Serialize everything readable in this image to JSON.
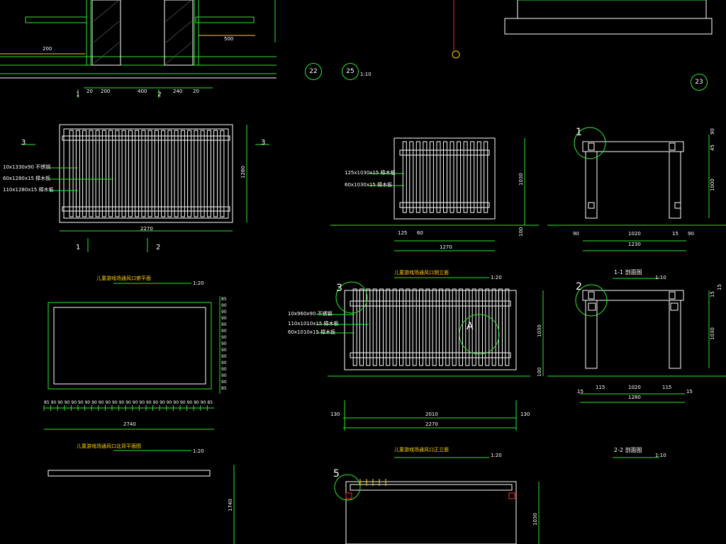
{
  "detail_markers": [
    "22",
    "25",
    "23"
  ],
  "marker_scale": "1:10",
  "section_marks": {
    "left": "3",
    "right": "3",
    "axis1": "1",
    "axis2": "2"
  },
  "plan_callouts": [
    "10x1330x90 不锈钢",
    "60x1280x15 樟木板",
    "110x1280x15 樟木板"
  ],
  "plan_dims": {
    "width": "2270",
    "height": "1280"
  },
  "plan_title": "儿童游戏场通风口俯平面",
  "plan_scale": "1:20",
  "base_title": "儿童游戏场通风口北背平面图",
  "base_scale": "1:20",
  "base_dims": {
    "width": "2740",
    "height": "1740"
  },
  "base_right_dims": [
    "85",
    "90",
    "90",
    "90",
    "90",
    "90",
    "90",
    "90",
    "90",
    "90",
    "90",
    "90",
    "90",
    "90",
    "85"
  ],
  "base_bottom_dims": [
    "85",
    "90",
    "90",
    "90",
    "90",
    "90",
    "90",
    "90",
    "90",
    "90",
    "90",
    "90",
    "90",
    "90",
    "90",
    "90",
    "90",
    "90",
    "90",
    "90",
    "90",
    "90",
    "90",
    "90",
    "85"
  ],
  "side_callouts": [
    "125x1030x15 樟木板",
    "60x1030x15 樟木板"
  ],
  "side_dims": {
    "left": "125",
    "mid": "60",
    "width": "1270",
    "height": "1030",
    "base": "100"
  },
  "side_title": "儿童游戏场通风口侧立面",
  "side_scale": "1:20",
  "front_callouts": [
    "10x960x90 不锈钢",
    "110x1010x15 樟木板",
    "60x1010x15 樟木板"
  ],
  "front_dims": {
    "left": "130",
    "mid": "2010",
    "right": "130",
    "total": "2270",
    "height": "1030",
    "base": "100"
  },
  "front_title": "儿童游戏场通风口正立面",
  "front_scale": "1:20",
  "mark_a": "A",
  "section1": {
    "title": "1-1 剖面图",
    "scale": "1:10",
    "dims_bottom": [
      "90",
      "1020",
      "15",
      "90"
    ],
    "total": "1230",
    "dims_right": [
      "90",
      "45",
      "1000"
    ]
  },
  "section2": {
    "title": "2-2 剖面图",
    "scale": "1:10",
    "dims_bottom": [
      "15",
      "115",
      "1020",
      "115",
      "15"
    ],
    "total": "1280",
    "dims_right": [
      "15",
      "15",
      "1030"
    ]
  },
  "circle_marks": {
    "c1": "1",
    "c2": "2",
    "c3": "3",
    "c5": "5"
  },
  "lower_dims": {
    "height": "1030"
  },
  "top_dims": [
    "20",
    "200",
    "400",
    "240",
    "20"
  ],
  "top_small_labels": [
    "500",
    "200"
  ],
  "colors": {
    "background": "#000000",
    "line": "#ffffff",
    "dim": "#2ee62e",
    "accent_red": "#ff2a2a",
    "accent_yellow": "#ffd400"
  }
}
